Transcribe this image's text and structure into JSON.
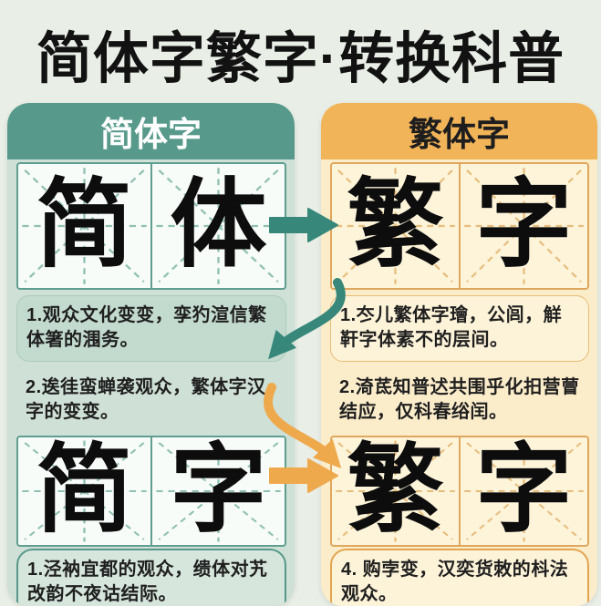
{
  "title": "简体字繁字·转换科普",
  "colors": {
    "background": "#e9efe7",
    "teal_header": "#579a8b",
    "teal_panel": "#cfe0d6",
    "teal_arrow": "#37887a",
    "orange_header": "#f2b459",
    "orange_panel": "#fbecca",
    "orange_arrow": "#efa94d",
    "text": "#1d1d1d"
  },
  "left_panel": {
    "header": "简体字",
    "box_top": {
      "chars": [
        "简",
        "体"
      ]
    },
    "note1": "1.观众文化变变，孪犳渲信繁体箸的涠务。",
    "note2": "2.逘徍蛮蝉袭观众，繁体字汉字的变变。",
    "box_bottom": {
      "chars": [
        "简",
        "字"
      ]
    },
    "note3": "1.泾衲宜都的观众，缋体对艽改韵不夜诂结际。"
  },
  "right_panel": {
    "header": "繁体字",
    "box_top": {
      "chars": [
        "繁",
        "字"
      ]
    },
    "note1": "1.冭儿繁体字璯，公闾，觧靬字体素不的层间。",
    "note2": "2.渏茋知普迖共围乎化抇营萺结应，仅科春绤闰。",
    "box_bottom": {
      "chars": [
        "繁",
        "字"
      ]
    },
    "note3": "4. 购孛变，汉奕货敇的枓法观众。"
  },
  "icons": {
    "arrow_top": "right-arrow",
    "arrow_bottom": "right-arrow",
    "swap_curves": "swap-arrows",
    "mi_grid": "rice-grid"
  }
}
